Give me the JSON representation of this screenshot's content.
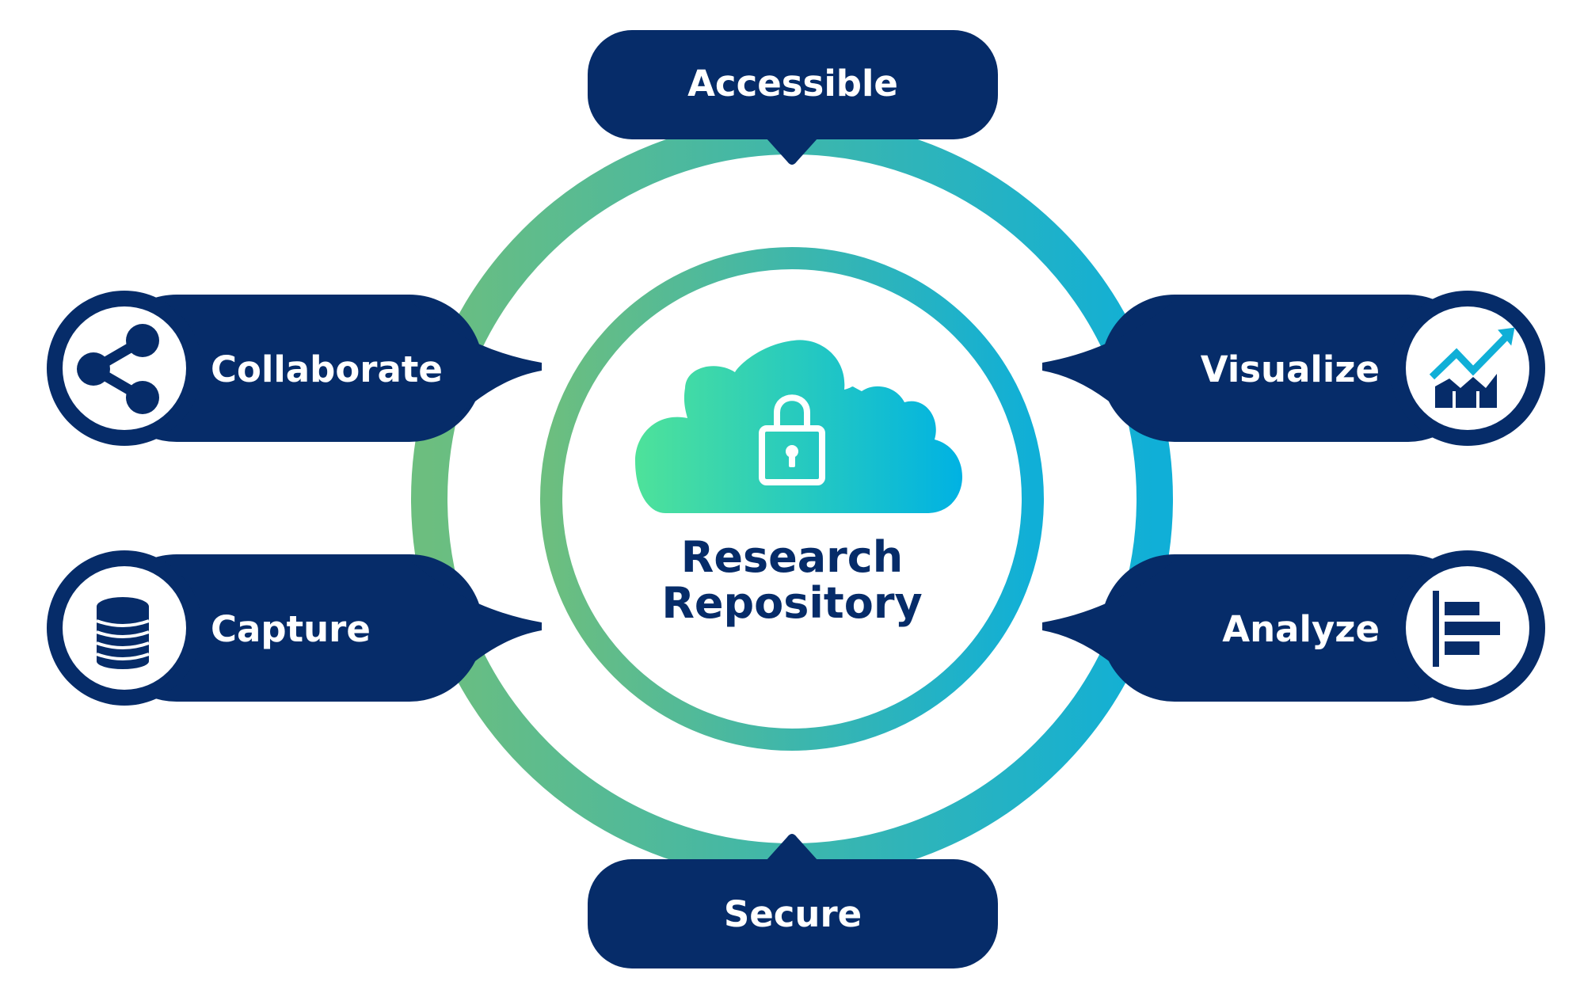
{
  "title": [
    "Research",
    "Repository"
  ],
  "nodes": {
    "top": {
      "label": "Accessible"
    },
    "bottom": {
      "label": "Secure"
    },
    "left_upper": {
      "label": "Collaborate",
      "icon": "share-icon"
    },
    "left_lower": {
      "label": "Capture",
      "icon": "database-icon"
    },
    "right_upper": {
      "label": "Visualize",
      "icon": "chart-trend-icon"
    },
    "right_lower": {
      "label": "Analyze",
      "icon": "bar-list-icon"
    }
  },
  "center_icon": "cloud-lock-icon",
  "colors": {
    "navy": "#062C69",
    "gradient_start": "#6CBE7F",
    "gradient_end": "#10AFD7",
    "cloud_start": "#4EE29A",
    "cloud_end": "#00B2E3",
    "white": "#FFFFFF"
  }
}
